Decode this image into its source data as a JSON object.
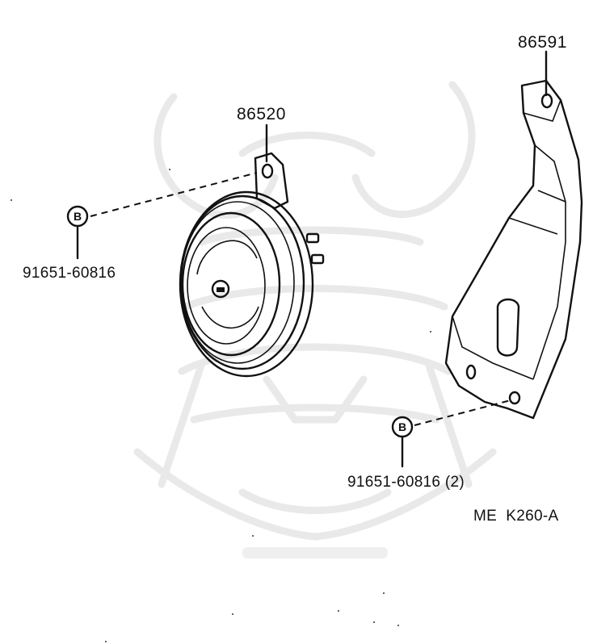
{
  "parts": {
    "horn": {
      "number": "86520"
    },
    "bracket": {
      "number": "86591"
    },
    "bolt_left": {
      "marker": "B",
      "number": "91651-60816"
    },
    "bolt_right": {
      "marker": "B",
      "number": "91651-60816 (2)"
    }
  },
  "diagram_code": "ME  K260-A"
}
